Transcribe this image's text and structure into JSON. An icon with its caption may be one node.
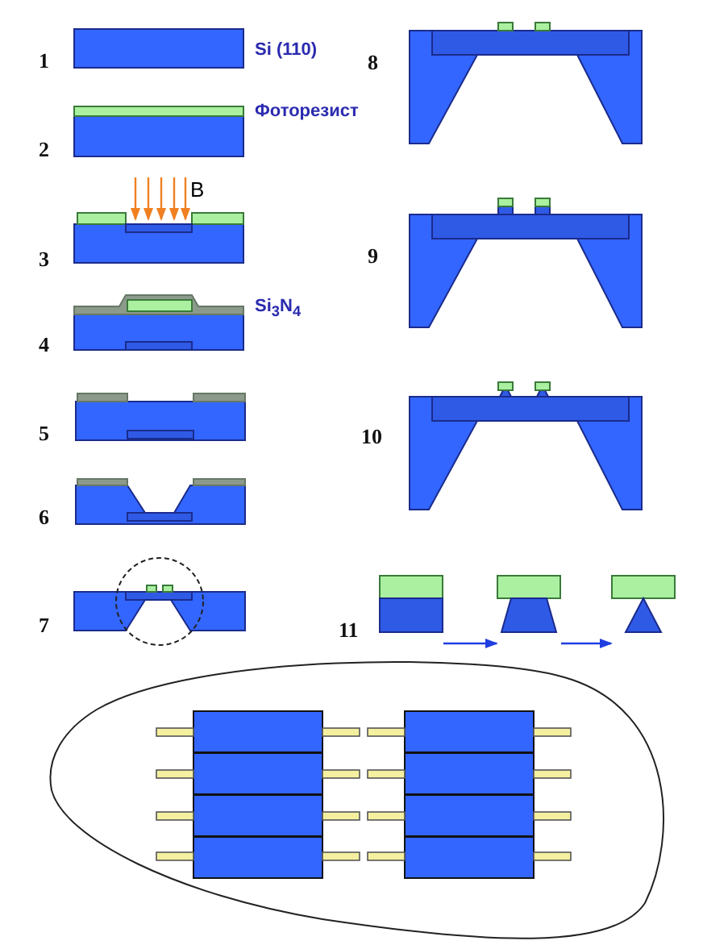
{
  "diagram": {
    "nodes": [
      {
        "text": [],
        "shape": "box"
      },
      {
        "text": [],
        "shape": "trapezoid"
      },
      {
        "text": [],
        "shape": "triangle"
      }
    ],
    "edges": [
      {
        "from": 0,
        "to": 1,
        "arrow": "to",
        "color": "#1f3fe0"
      },
      {
        "from": 1,
        "to": 2,
        "arrow": "to",
        "color": "#1f3fe0"
      }
    ],
    "labels": [
      "1",
      "Si (110)",
      "2",
      "Фоторезист",
      "B",
      "3",
      "Si$_{3}$N$_{4}$",
      "4",
      "5",
      "6",
      "7",
      "8",
      "9",
      "10",
      "11"
    ]
  }
}
